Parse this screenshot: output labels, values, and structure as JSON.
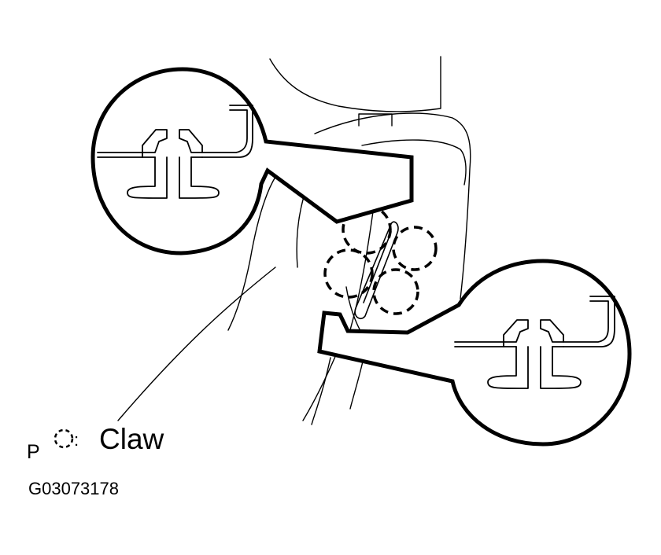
{
  "legend": {
    "symbol_label": "P",
    "separator": ":",
    "description": "Claw",
    "symbol_icon": "dashed-circle-icon"
  },
  "figure_id": "G03073178",
  "colors": {
    "line": "#000000",
    "background": "#ffffff"
  }
}
